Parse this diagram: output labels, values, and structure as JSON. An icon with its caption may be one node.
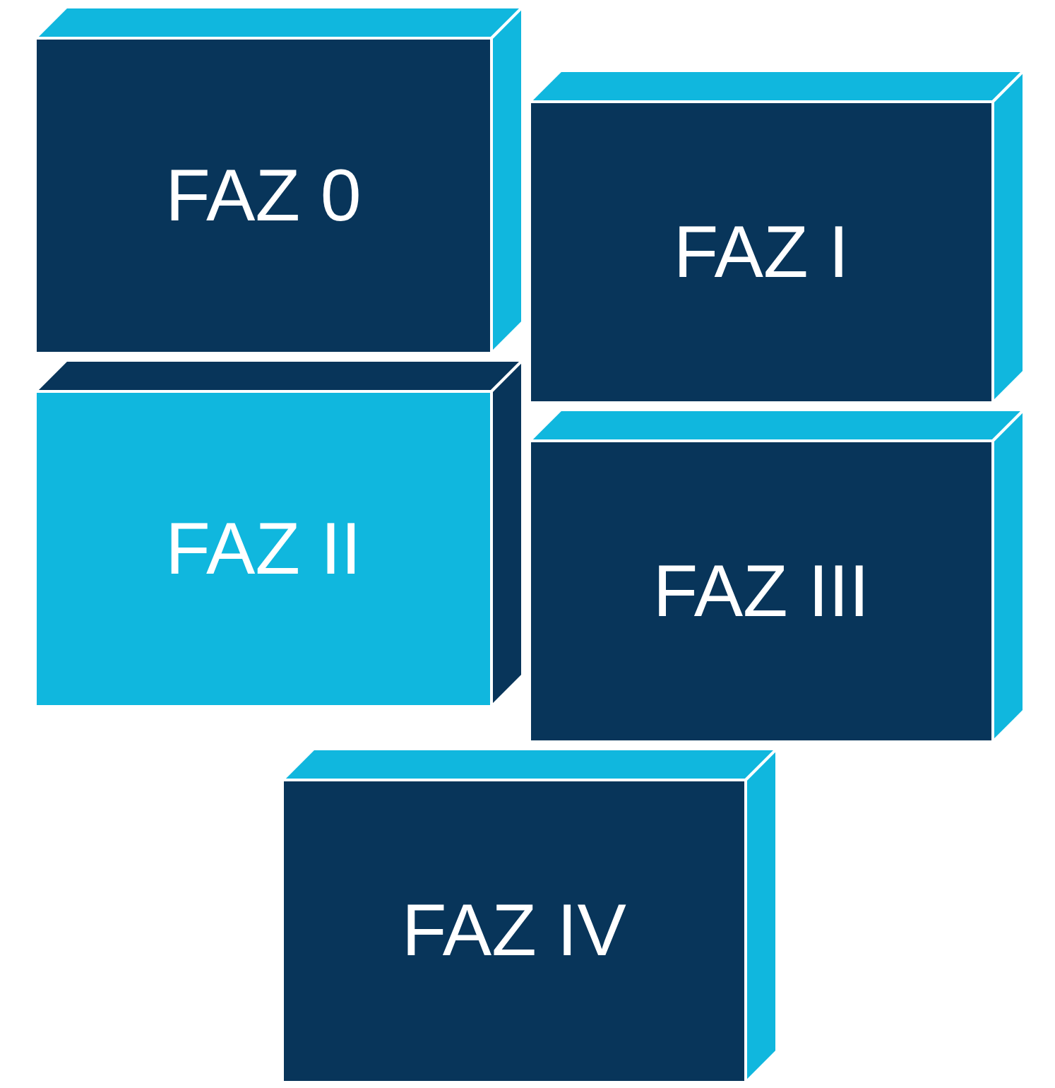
{
  "diagram": {
    "nodes": [
      {
        "text": [
          "FAZ 0"
        ]
      },
      {
        "text": [
          "FAZ I"
        ]
      },
      {
        "text": [
          "FAZ II"
        ]
      },
      {
        "text": [
          "FAZ III"
        ]
      },
      {
        "text": [
          "FAZ IV"
        ]
      }
    ]
  }
}
